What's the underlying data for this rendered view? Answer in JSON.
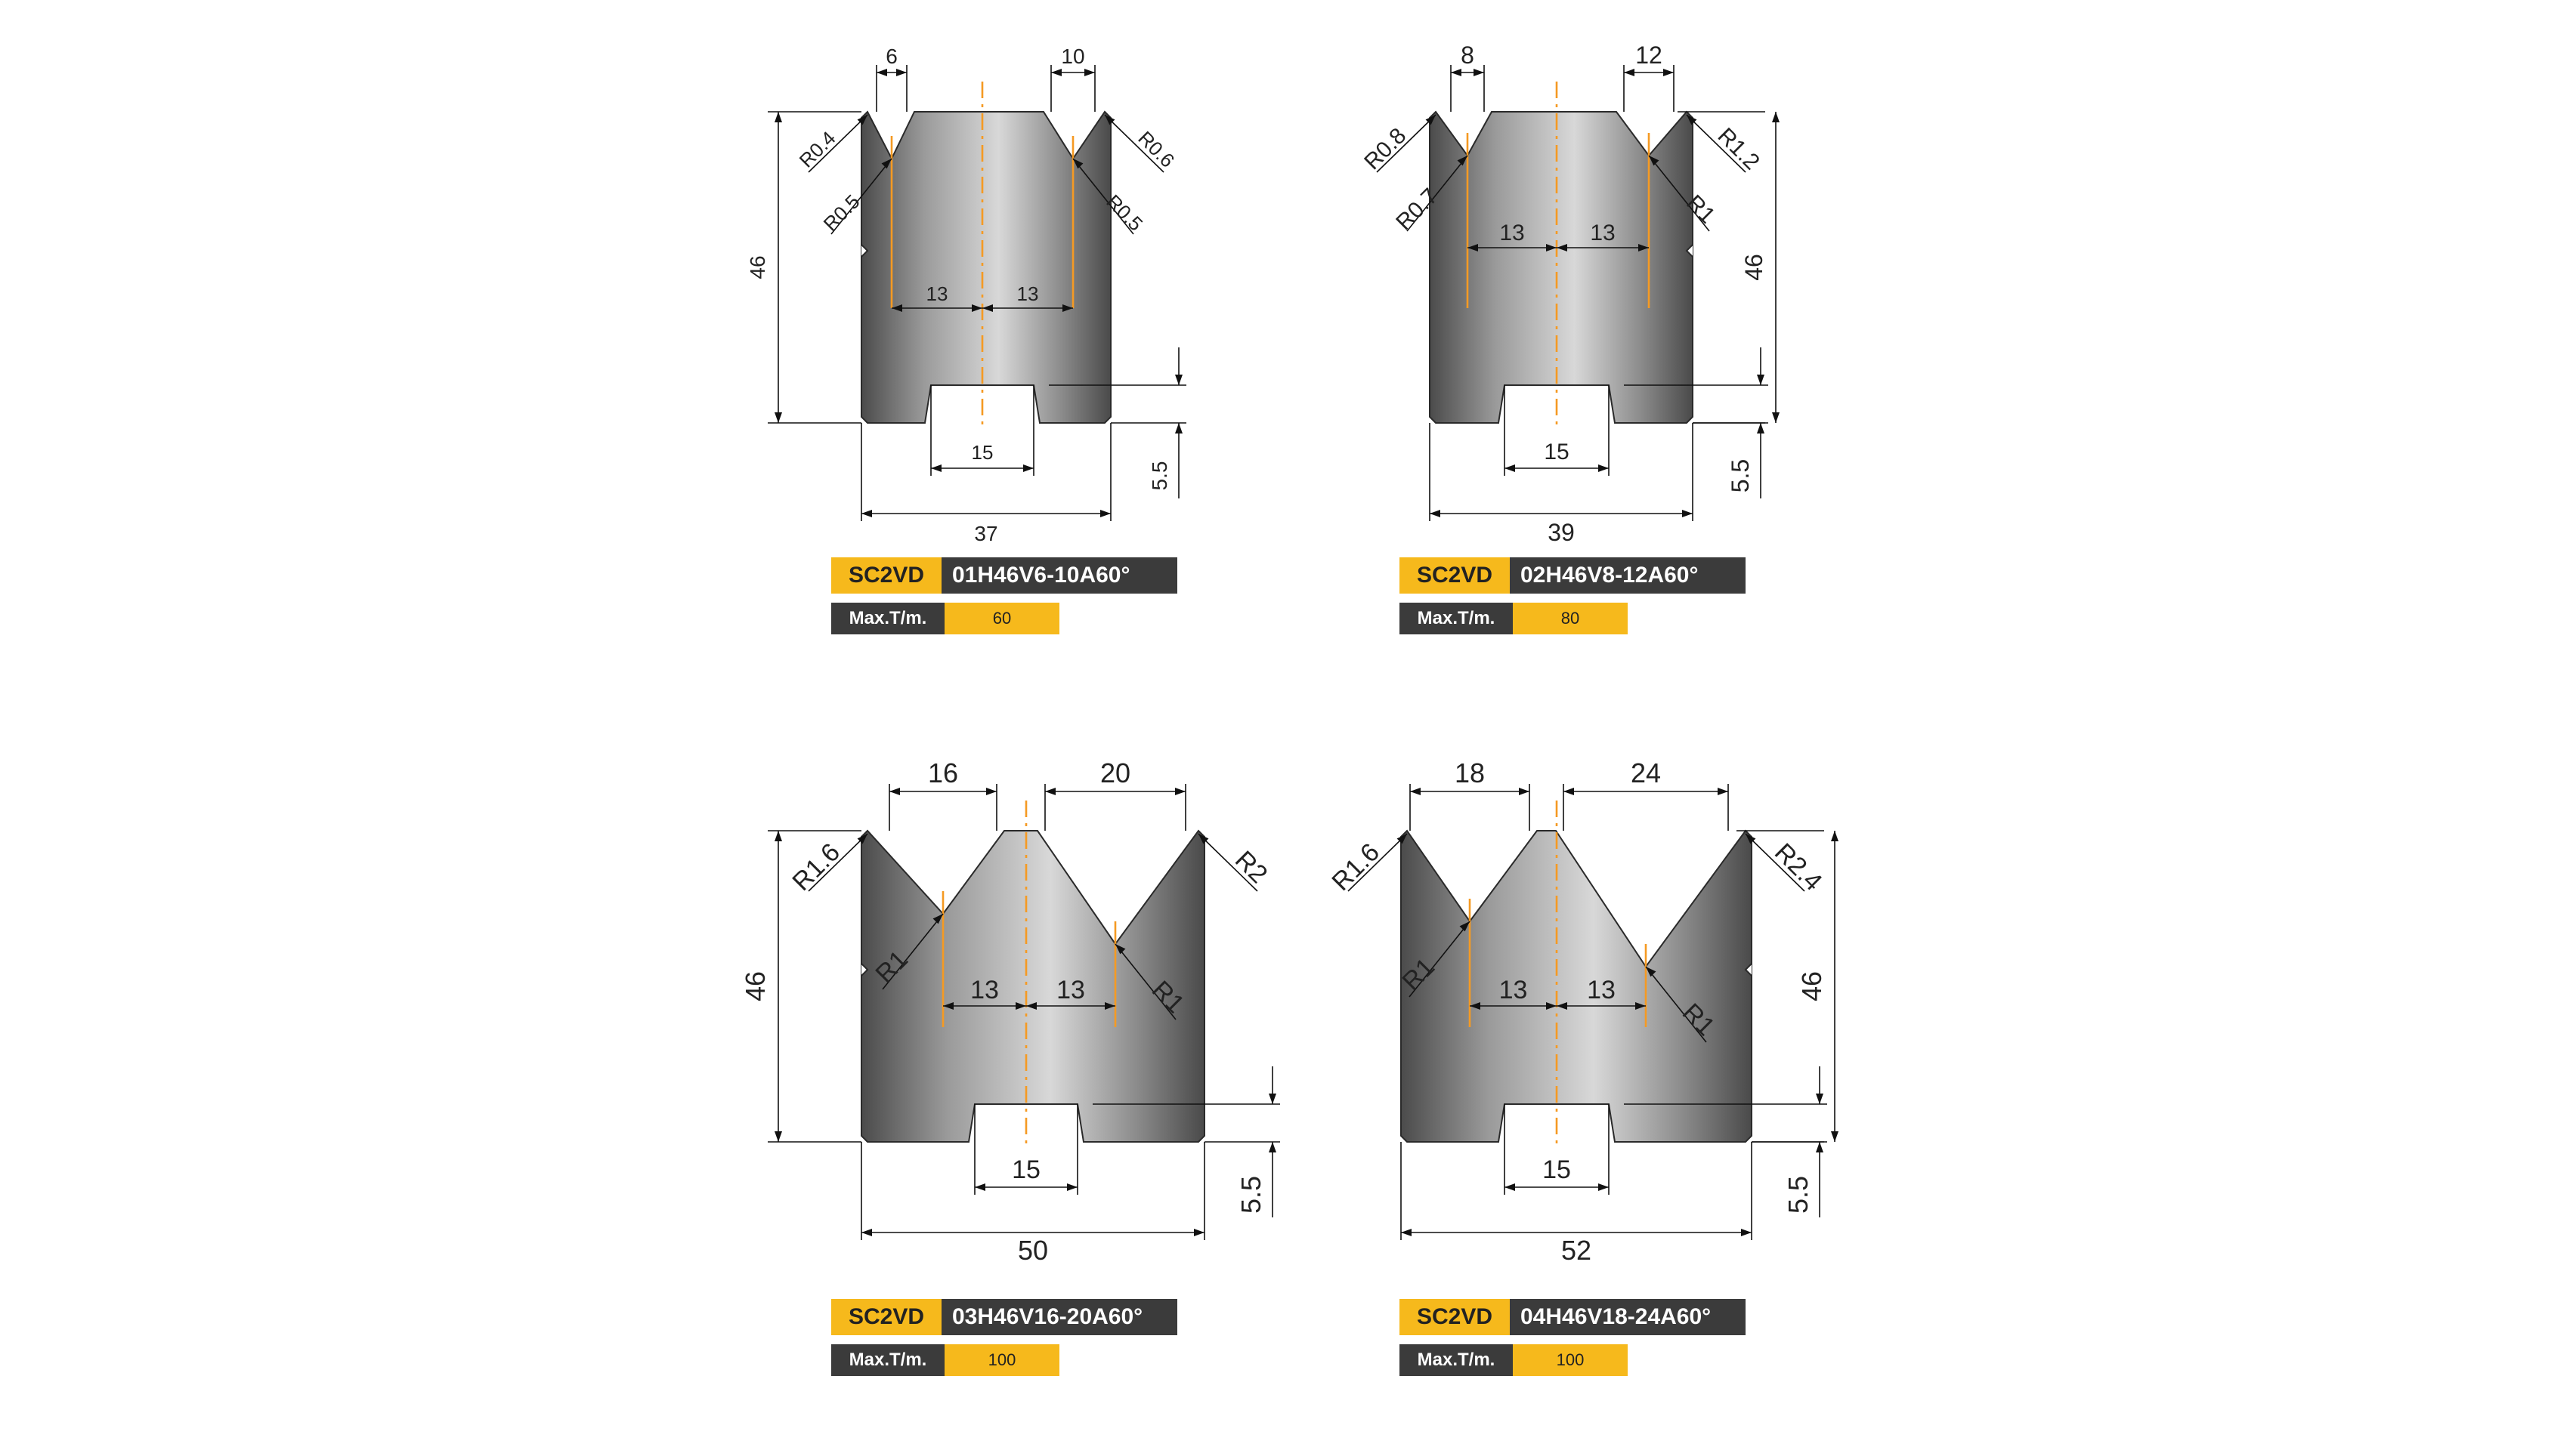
{
  "dies": [
    {
      "brand": "SC2VD",
      "code": "01H46V6-10A60°",
      "max_label": "Max.T/m.",
      "max_value": "60",
      "dims": {
        "v_left": "6",
        "v_right": "10",
        "height": "46",
        "offset_left": "13",
        "offset_right": "13",
        "tang": "15",
        "width": "37",
        "tang_height": "5.5",
        "radii": [
          "R0.4",
          "R0.5",
          "R0.6",
          "R0.5"
        ]
      }
    },
    {
      "brand": "SC2VD",
      "code": "02H46V8-12A60°",
      "max_label": "Max.T/m.",
      "max_value": "80",
      "dims": {
        "v_left": "8",
        "v_right": "12",
        "height": "46",
        "offset_left": "13",
        "offset_right": "13",
        "tang": "15",
        "width": "39",
        "tang_height": "5.5",
        "radii": [
          "R0.8",
          "R0.7",
          "R1.2",
          "R1"
        ]
      }
    },
    {
      "brand": "SC2VD",
      "code": "03H46V16-20A60°",
      "max_label": "Max.T/m.",
      "max_value": "100",
      "dims": {
        "v_left": "16",
        "v_right": "20",
        "height": "46",
        "offset_left": "13",
        "offset_right": "13",
        "tang": "15",
        "width": "50",
        "tang_height": "5.5",
        "radii": [
          "R1.6",
          "R1",
          "R2",
          "R1"
        ]
      }
    },
    {
      "brand": "SC2VD",
      "code": "04H46V18-24A60°",
      "max_label": "Max.T/m.",
      "max_value": "100",
      "dims": {
        "v_left": "18",
        "v_right": "24",
        "height": "46",
        "offset_left": "13",
        "offset_right": "13",
        "tang": "15",
        "width": "52",
        "tang_height": "5.5",
        "radii": [
          "R1.6",
          "R1",
          "R2.4",
          "R1"
        ]
      }
    }
  ],
  "colors": {
    "accent": "#f6b91c",
    "dark": "#3b3b3b",
    "centerline": "#f59a23"
  }
}
